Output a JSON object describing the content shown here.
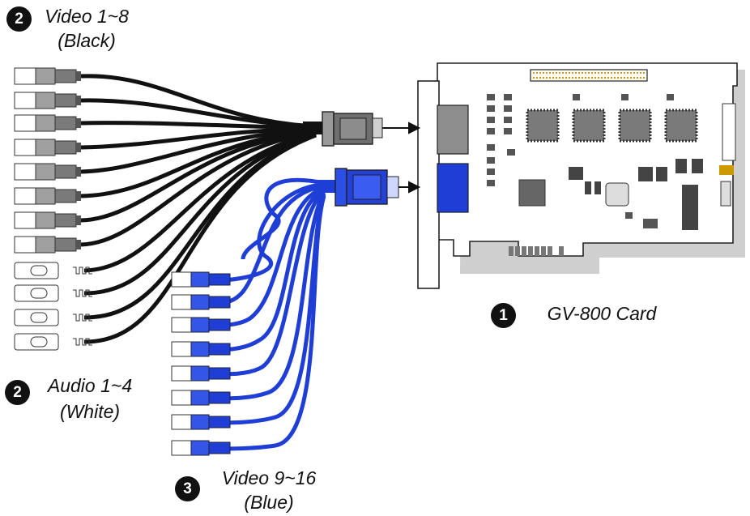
{
  "labels": {
    "video_black": {
      "badge": "2",
      "line1": "Video 1~8",
      "line2": "(Black)"
    },
    "audio_white": {
      "badge": "2",
      "line1": "Audio 1~4",
      "line2": "(White)"
    },
    "video_blue": {
      "badge": "3",
      "line1": "Video 9~16",
      "line2": "(Blue)"
    },
    "card": {
      "badge": "1",
      "line1": "GV-800 Card"
    }
  },
  "colors": {
    "black_cable": "#111111",
    "blue_cable": "#1f3ed6",
    "connector_gray": "#9a9a9a",
    "pcb_outline": "#222222",
    "bracket_shadow": "#c8c8c8"
  }
}
